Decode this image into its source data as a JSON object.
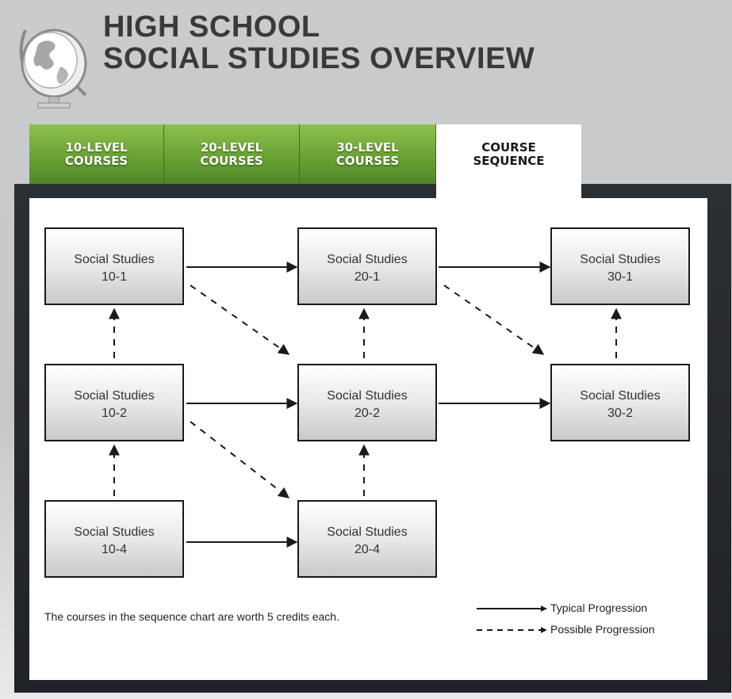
{
  "header": {
    "title_line1": "HIGH SCHOOL",
    "title_line2": "SOCIAL STUDIES OVERVIEW",
    "logo_icon": "globe-icon"
  },
  "tabs": [
    {
      "line1": "10-LEVEL",
      "line2": "COURSES",
      "active": false
    },
    {
      "line1": "20-LEVEL",
      "line2": "COURSES",
      "active": false
    },
    {
      "line1": "30-LEVEL",
      "line2": "COURSES",
      "active": false
    },
    {
      "line1": "COURSE",
      "line2": "SEQUENCE",
      "active": true
    }
  ],
  "courses": {
    "ss10_1": {
      "line1": "Social Studies",
      "line2": "10-1"
    },
    "ss20_1": {
      "line1": "Social Studies",
      "line2": "20-1"
    },
    "ss30_1": {
      "line1": "Social Studies",
      "line2": "30-1"
    },
    "ss10_2": {
      "line1": "Social Studies",
      "line2": "10-2"
    },
    "ss20_2": {
      "line1": "Social Studies",
      "line2": "20-2"
    },
    "ss30_2": {
      "line1": "Social Studies",
      "line2": "30-2"
    },
    "ss10_4": {
      "line1": "Social Studies",
      "line2": "10-4"
    },
    "ss20_4": {
      "line1": "Social Studies",
      "line2": "20-4"
    }
  },
  "note": "The courses in the sequence chart are worth 5 credits each.",
  "legend": {
    "typical": "Typical Progression",
    "possible": "Possible Progression"
  }
}
